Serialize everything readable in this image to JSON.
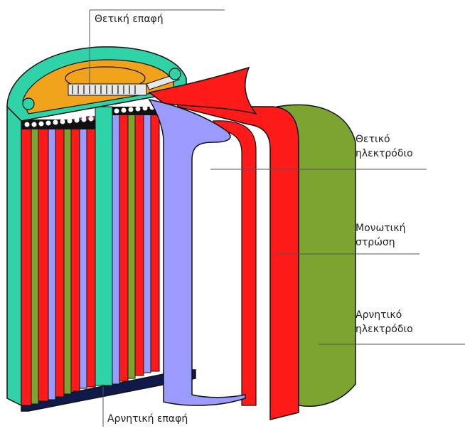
{
  "labels": {
    "positive_contact": "Θετική επαφή",
    "positive_electrode": [
      "Θετικό",
      "ηλεκτρόδιο"
    ],
    "insulating_layer": [
      "Μονωτική",
      "στρώση"
    ],
    "negative_electrode": [
      "Αρνητικό",
      "ηλεκτρόδιο"
    ],
    "negative_contact": "Αρνητική επαφή"
  },
  "colors": {
    "positive_contact": "#2fd3a8",
    "top_insulator": "#f0a21a",
    "positive_electrode": "#9a9aff",
    "separator": "#ff1a1a",
    "negative_electrode": "#7ba530",
    "negative_contact": "#0f1a4a",
    "outline": "#111111"
  }
}
